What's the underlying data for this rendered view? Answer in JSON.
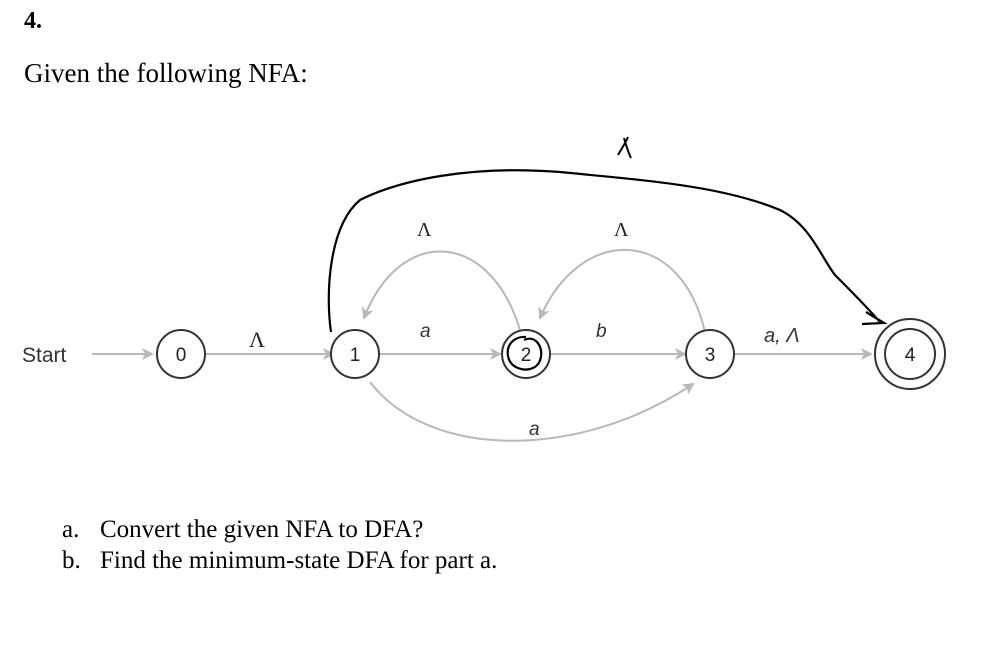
{
  "question_number": "4.",
  "intro": "Given the following NFA:",
  "nfa": {
    "start_label": "Start",
    "states": [
      "0",
      "1",
      "2",
      "3",
      "4"
    ],
    "edge_labels": {
      "e_0_1": "Λ",
      "e_1_2": "a",
      "e_2_3": "b",
      "e_3_4": "a, Λ",
      "e_2_1": "Λ",
      "e_3_2": "Λ",
      "e_1_3": "a",
      "e_1_4_handwritten": "Λ"
    }
  },
  "parts": [
    {
      "marker": "a.",
      "text": "Convert the given NFA to DFA?"
    },
    {
      "marker": "b.",
      "text": "Find the minimum-state DFA for part a."
    }
  ],
  "colors": {
    "ink": "#000000",
    "edge": "#b8b8b8",
    "state_stroke": "#333333"
  }
}
